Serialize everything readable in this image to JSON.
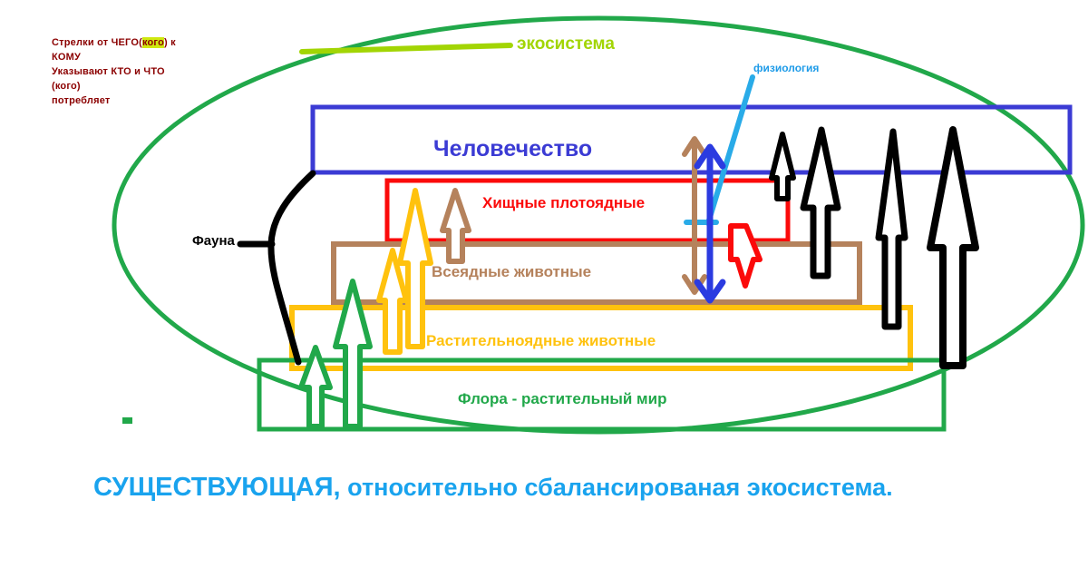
{
  "diagram": {
    "title_caption": "СУЩЕСТВУЮЩАЯ, относительно сбалансированая экосистема.",
    "caption_emphasis": "СУЩЕСТВУЮЩАЯ,",
    "caption_rest": " относительно сбалансированая экосистема.",
    "note": {
      "line1_a": "Стрелки от ЧЕГО(",
      "line1_hl": "кого",
      "line1_b": ") к",
      "line2": "КОМУ",
      "line3": "Указывают КТО и ЧТО",
      "line4": "(кого)",
      "line5": "потребляет"
    },
    "labels": {
      "ecosystem": "экосистема",
      "physiology": "физиология",
      "fauna": "Фауна"
    },
    "tiers": [
      {
        "id": "humanity",
        "label": "Человечество",
        "color": "#3B3BD4"
      },
      {
        "id": "carnivores",
        "label": "Хищные плотоядные",
        "color": "#FB0A0A"
      },
      {
        "id": "omnivores",
        "label": "Всеядные животные",
        "color": "#B5825C"
      },
      {
        "id": "herbivores",
        "label": "Растительноядные животные",
        "color": "#FFC20E"
      },
      {
        "id": "flora",
        "label": "Флора - растительный мир",
        "color": "#21A84A"
      }
    ],
    "colors": {
      "ecosystem_ellipse": "#21A84A",
      "ecosystem_label": "#A2D504",
      "physiology": "#1E9BE8",
      "humanity_blue": "#3B3BD4",
      "carnivore_red": "#FB0A0A",
      "omnivore_brown": "#B5825C",
      "herbivore_yellow": "#FFC20E",
      "flora_green": "#21A84A",
      "fauna_black": "#000000",
      "note_maroon": "#8B0000",
      "highlight": "#CFE810",
      "caption_blue": "#19A3EE",
      "background": "#FFFFFF"
    },
    "icon_names": {
      "ellipse": "ecosystem-ellipse",
      "brace": "fauna-brace",
      "arrow_up": "consumption-arrow-up",
      "arrow_down": "consumption-arrow-down",
      "arrow_double": "bidirectional-arrow"
    }
  }
}
